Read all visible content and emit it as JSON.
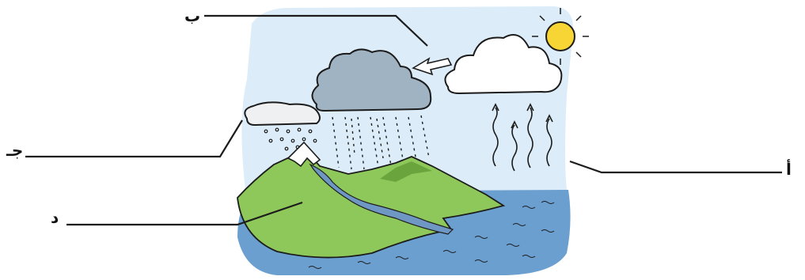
{
  "labels": {
    "b": "ب",
    "j": "جـ",
    "d": "د",
    "a": "أ"
  },
  "colors": {
    "sky": "#dcecf8",
    "sea": "#6a9fcf",
    "land": "#8fc85a",
    "land_dark": "#6aa43c",
    "river": "#6f97c4",
    "rain_cloud": "#9fb3c3",
    "snow_cloud": "#eef0f2",
    "sun": "#f7d534",
    "outline": "#1c1c1c"
  },
  "icons": {
    "sun": "sun-icon",
    "rain_cloud": "rain-cloud-icon",
    "white_cloud": "white-cloud-icon",
    "snow_cloud": "snow-cloud-icon",
    "arrow": "wind-arrow-icon"
  }
}
